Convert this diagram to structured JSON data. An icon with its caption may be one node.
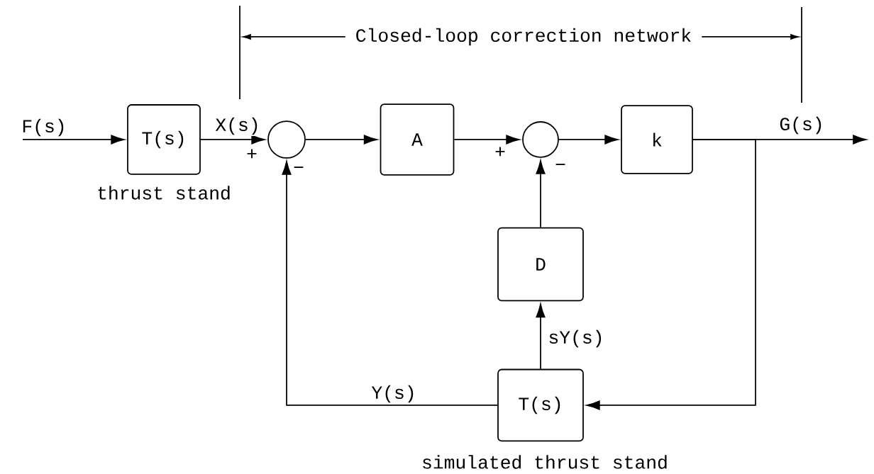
{
  "diagram": {
    "nodes": [
      {
        "text": [
          "T(s)"
        ],
        "beside": [
          "thrust stand"
        ]
      },
      {
        "text": [],
        "shape": "circle"
      },
      {
        "text": [
          "A"
        ]
      },
      {
        "text": [],
        "shape": "circle"
      },
      {
        "text": [
          "k"
        ]
      },
      {
        "text": [
          "D"
        ]
      },
      {
        "text": [
          "T(s)"
        ],
        "beside": [
          "simulated thrust stand"
        ]
      }
    ],
    "edges": [
      {
        "from": null,
        "to": 0,
        "arrow": "to",
        "label": "F(s)"
      },
      {
        "from": 0,
        "to": 1,
        "arrow": "to",
        "label": "X(s)"
      },
      {
        "from": 1,
        "to": 2,
        "arrow": "to"
      },
      {
        "from": 2,
        "to": 3,
        "arrow": "to"
      },
      {
        "from": 3,
        "to": 4,
        "arrow": "to"
      },
      {
        "from": 4,
        "to": null,
        "arrow": "to",
        "label": "G(s)"
      },
      {
        "from": 4,
        "to": 6,
        "arrow": "to"
      },
      {
        "from": 6,
        "to": 1,
        "arrow": "to",
        "label": "Y(s)"
      },
      {
        "from": 6,
        "to": 5,
        "arrow": "to",
        "label": "sY(s)"
      },
      {
        "from": 5,
        "to": 3,
        "arrow": "to"
      }
    ],
    "labels": [
      "Closed-loop correction network",
      "+",
      "−",
      "+",
      "−"
    ]
  }
}
